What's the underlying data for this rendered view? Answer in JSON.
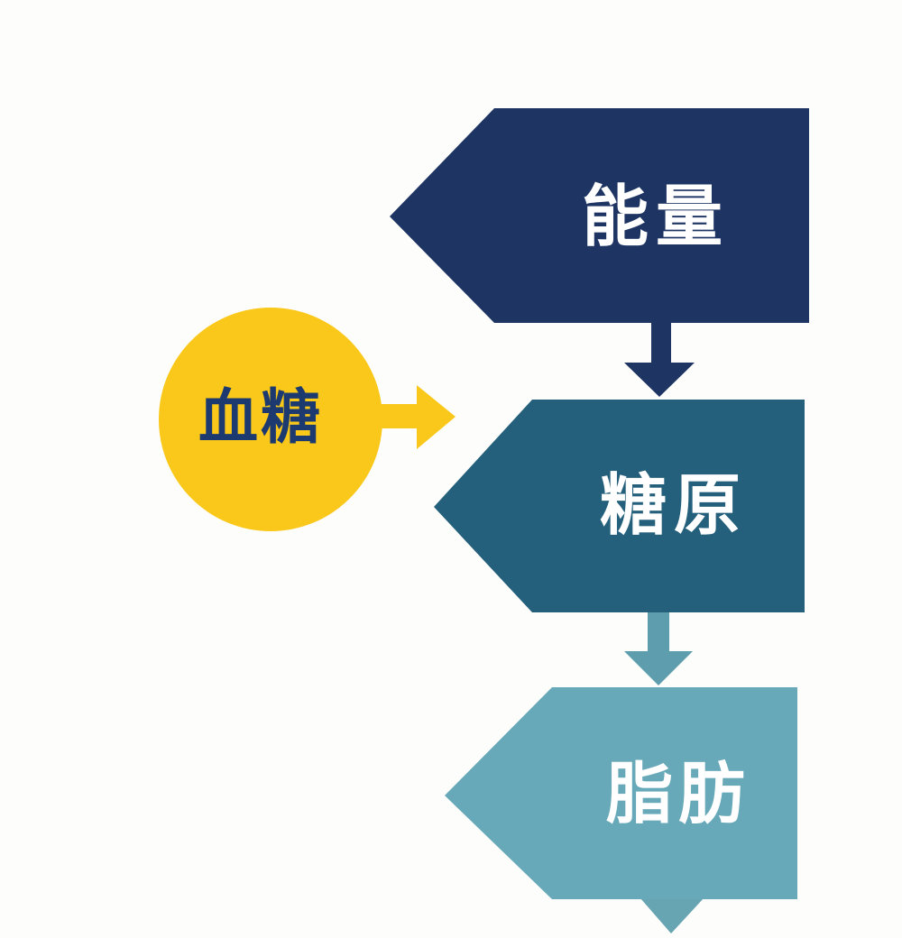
{
  "diagram": {
    "background": "#fdfdfb",
    "nodes": {
      "blood_sugar": {
        "label": "血糖",
        "shape": "circle",
        "fill": "#f9c81a",
        "text_color": "#1c3a70"
      },
      "energy": {
        "label": "能量",
        "shape": "left-pointing-arrow-pentagon",
        "fill": "#1e3463",
        "text_color": "#ffffff"
      },
      "glycogen": {
        "label": "糖原",
        "shape": "left-pointing-arrow-pentagon",
        "fill": "#24607c",
        "text_color": "#ffffff"
      },
      "fat": {
        "label": "脂肪",
        "shape": "left-pointing-arrow-pentagon",
        "fill": "#67a9b9",
        "text_color": "#ffffff"
      }
    },
    "connectors": {
      "blood_sugar_to_glycogen": {
        "type": "right-arrow",
        "color": "#f9c81a"
      },
      "energy_to_glycogen": {
        "type": "down-arrow",
        "color": "#1e3463"
      },
      "glycogen_to_fat": {
        "type": "down-arrow",
        "color": "#5e9dae"
      },
      "fat_continuation": {
        "type": "down-arrowhead",
        "color": "#67a5b3"
      }
    }
  }
}
